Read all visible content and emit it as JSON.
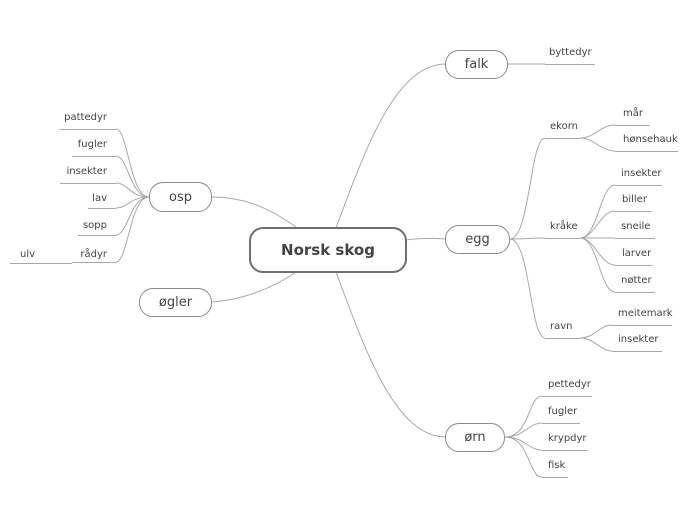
{
  "root": {
    "label": "Norsk skog"
  },
  "branches": {
    "falk": {
      "label": "falk",
      "children": {
        "byttedyr": "byttedyr"
      }
    },
    "egg": {
      "label": "egg",
      "ekorn": {
        "label": "ekorn",
        "children": {
          "mar": "mår",
          "honsehauk": "hønsehauk"
        }
      },
      "kraake": {
        "label": "kråke",
        "children": {
          "insekter": "insekter",
          "biller": "biller",
          "sneile": "sneile",
          "larver": "larver",
          "notter": "nøtter"
        }
      },
      "ravn": {
        "label": "ravn",
        "children": {
          "meitemark": "meitemark",
          "insekter": "insekter"
        }
      }
    },
    "orn": {
      "label": "ørn",
      "children": {
        "pettedyr": "pettedyr",
        "fugler": "fugler",
        "krypdyr": "krypdyr",
        "fisk": "fisk"
      }
    },
    "osp": {
      "label": "osp",
      "children": {
        "pattedyr": "pattedyr",
        "fugler": "fugler",
        "insekter": "insekter",
        "lav": "lav",
        "sopp": "sopp"
      },
      "raadyr": {
        "label": "rådyr",
        "children": {
          "ulv": "ulv"
        }
      }
    },
    "ogler": {
      "label": "øgler"
    }
  },
  "colors": {
    "line": "#a9a9a9",
    "border": "#8a8a8a",
    "root_border": "#6f6f6f",
    "text": "#444444"
  }
}
